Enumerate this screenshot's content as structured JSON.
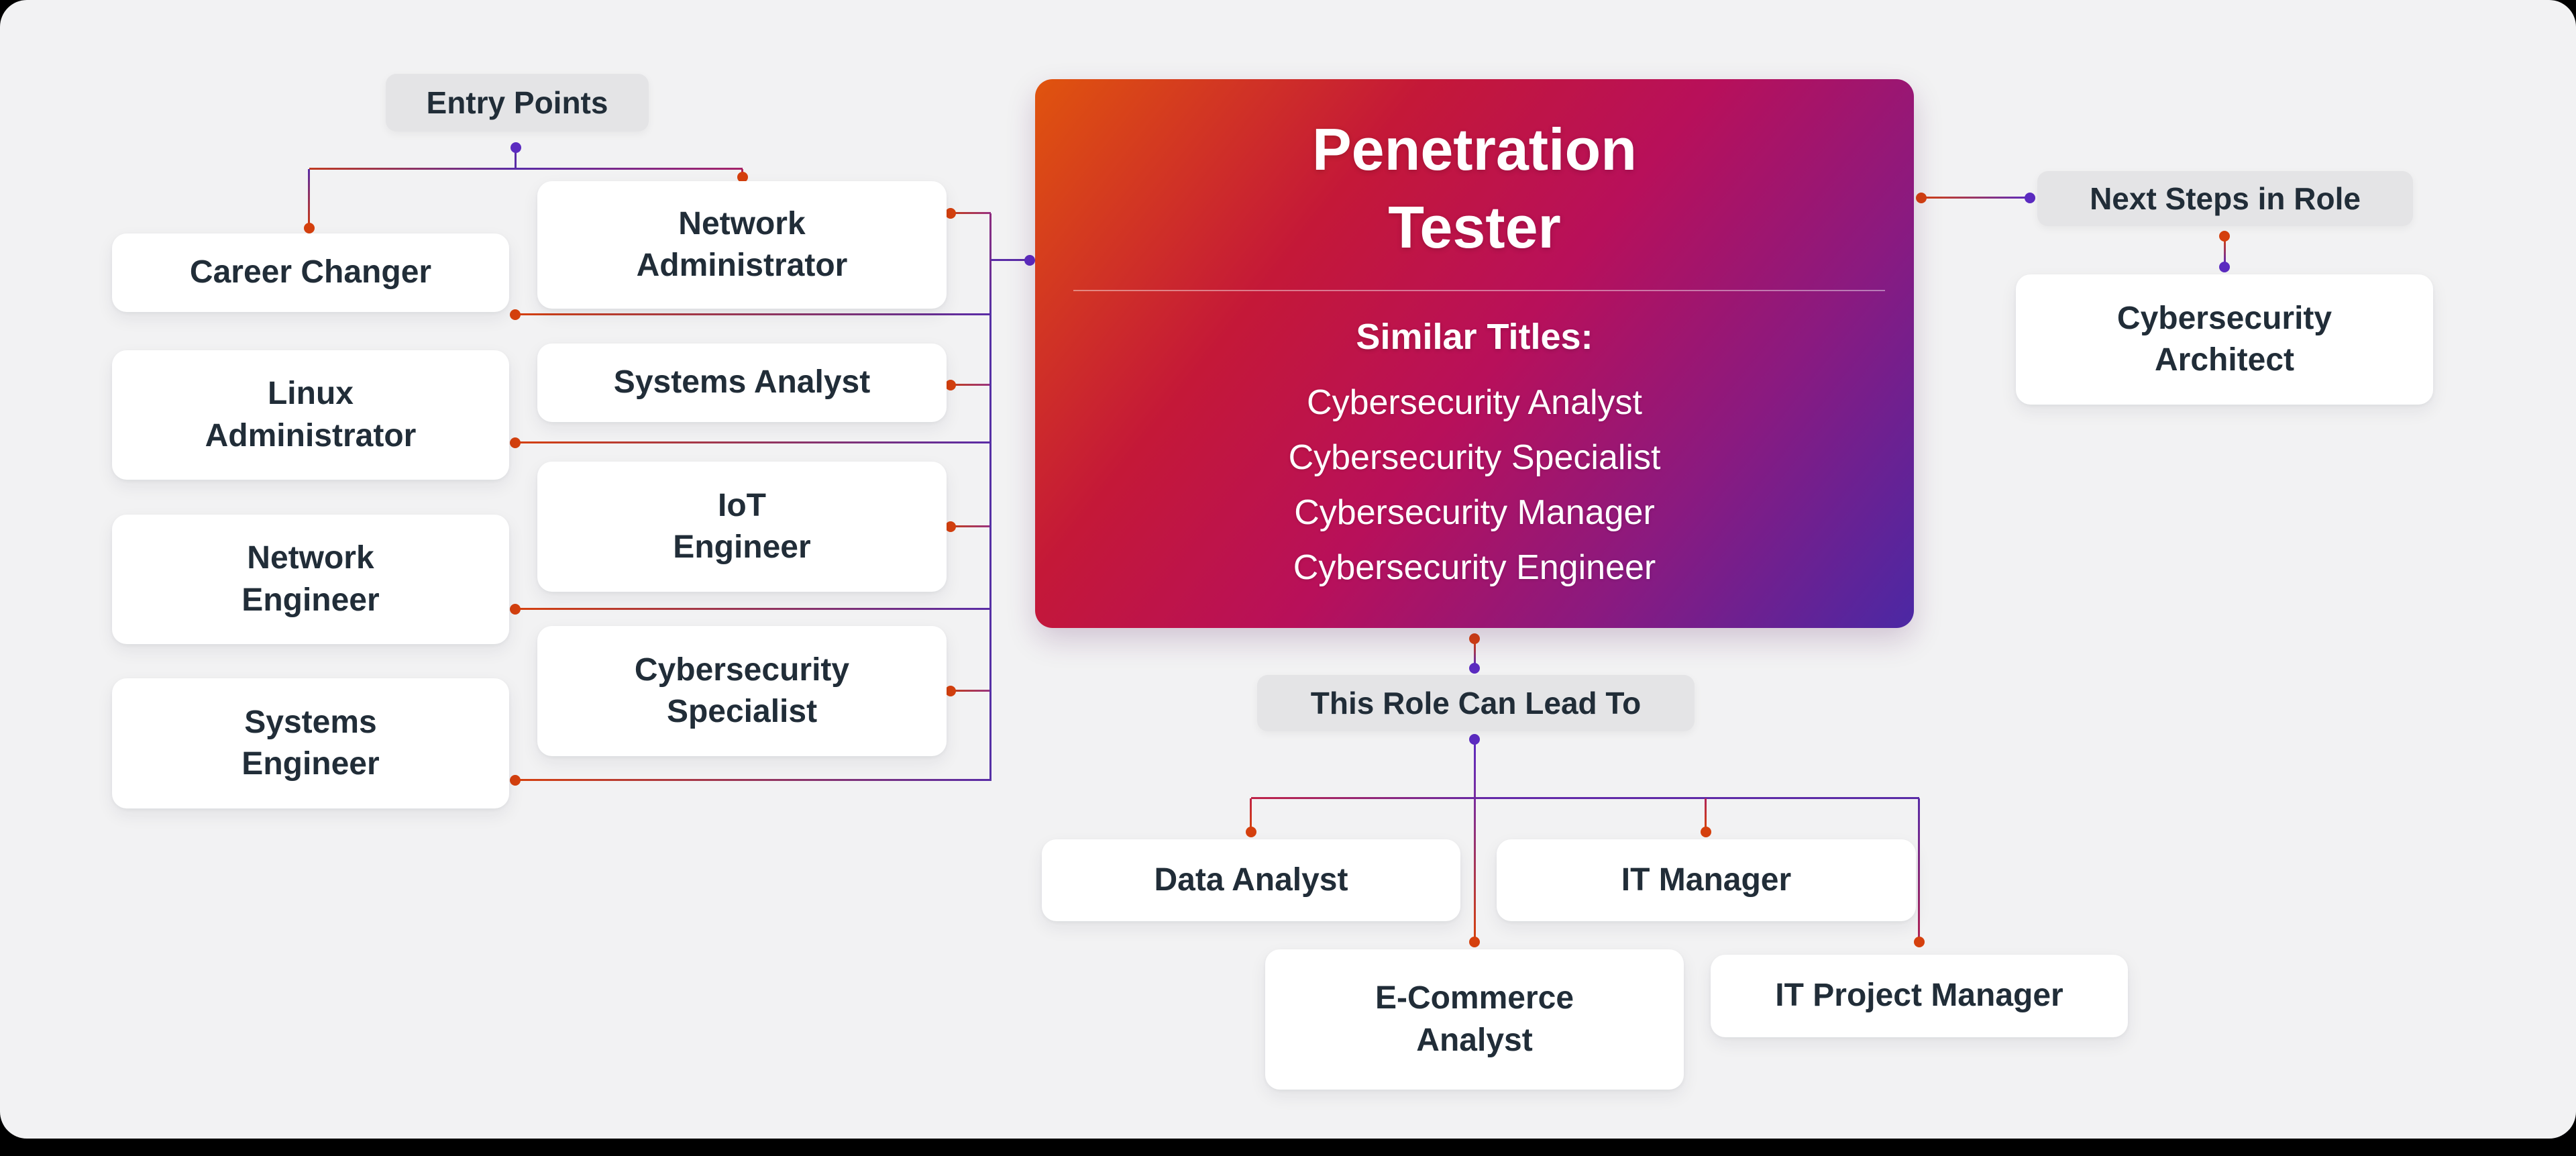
{
  "page": {
    "outer_background": "#000000",
    "card_background": "#F2F2F3",
    "colors": {
      "accent_red_dot": "#D5400E",
      "accent_purple_dot": "#5B2BC0",
      "line_purple": "#5A2CA6",
      "line_crimson": "#C02447",
      "label_background": "#E4E4E6",
      "text_dark": "#212D38",
      "center_gradient": [
        "#E0540E",
        "#C41838",
        "#B8105A",
        "#8A1A80",
        "#4B28A4"
      ]
    }
  },
  "labels": {
    "entry_points": "Entry Points",
    "next_steps": "Next Steps in Role",
    "lead_to": "This Role Can Lead To"
  },
  "center": {
    "title": "Penetration\nTester",
    "subtitle": "Similar Titles:",
    "similar": [
      "Cybersecurity Analyst",
      "Cybersecurity Specialist",
      "Cybersecurity Manager",
      "Cybersecurity Engineer"
    ]
  },
  "entry": {
    "col1": [
      {
        "label": "Career Changer"
      },
      {
        "label": "Linux\nAdministrator"
      },
      {
        "label": "Network\nEngineer"
      },
      {
        "label": "Systems\nEngineer"
      }
    ],
    "col2": [
      {
        "label": "Network\nAdministrator"
      },
      {
        "label": "Systems Analyst"
      },
      {
        "label": "IoT\nEngineer"
      },
      {
        "label": "Cybersecurity\nSpecialist"
      }
    ]
  },
  "next_steps_nodes": [
    {
      "label": "Cybersecurity\nArchitect"
    }
  ],
  "lead_to_nodes": [
    {
      "label": "Data Analyst"
    },
    {
      "label": "IT Manager"
    },
    {
      "label": "E-Commerce\nAnalyst"
    },
    {
      "label": "IT Project Manager"
    }
  ]
}
